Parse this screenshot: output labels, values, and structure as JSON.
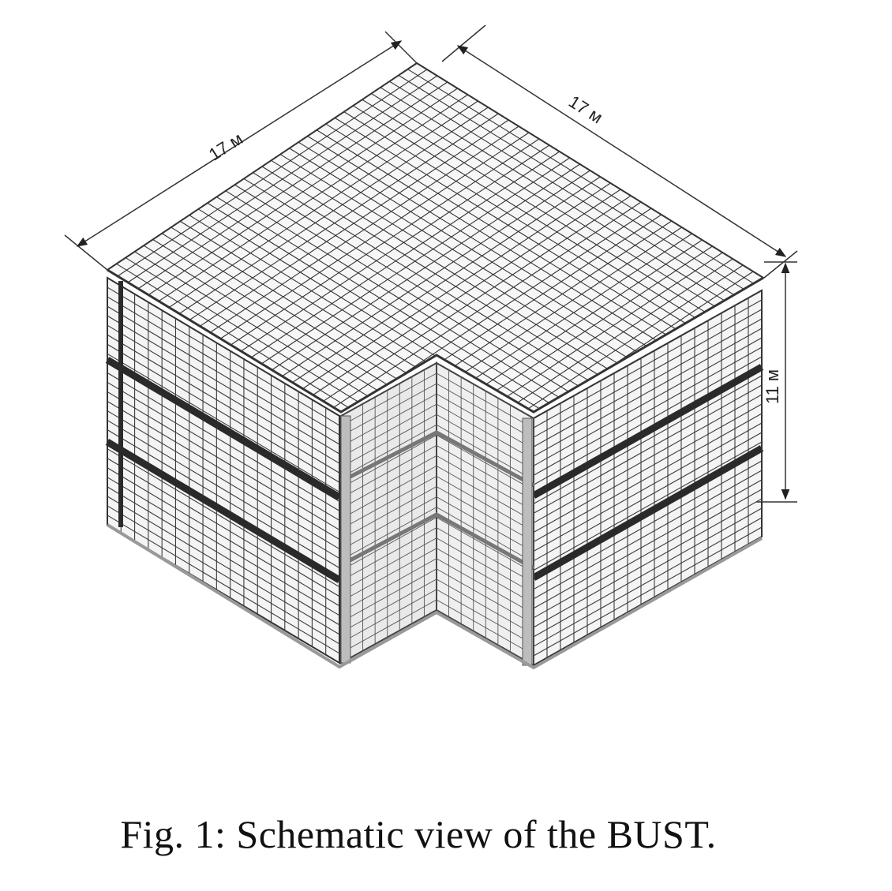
{
  "dimensions": {
    "length_left": "17 м",
    "length_right": "17 м",
    "height": "11 м"
  },
  "caption": "Fig. 1: Schematic view of the BUST.",
  "colors": {
    "line": "#222222",
    "tile_fill": "#f4f4f4",
    "band": "#2a2a2a"
  }
}
